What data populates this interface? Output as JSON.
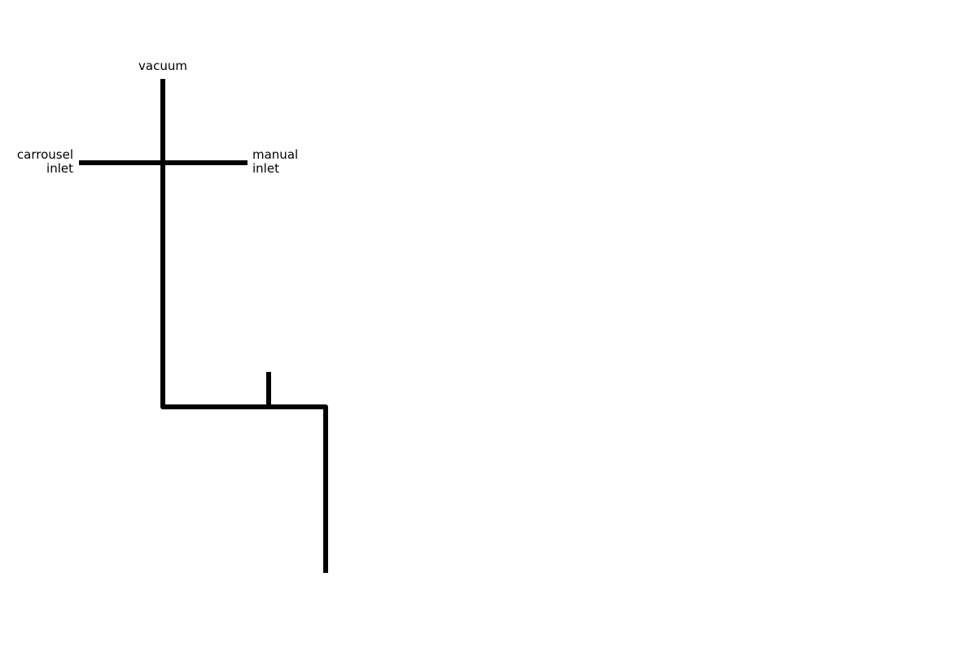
{
  "diagram": {
    "line_color": "#000000",
    "background_color": "#ffffff",
    "labels": {
      "vacuum": "vacuum",
      "carrousel_line1": "carrousel",
      "carrousel_line2": "inlet",
      "manual_line1": "manual",
      "manual_line2": "inlet"
    }
  }
}
